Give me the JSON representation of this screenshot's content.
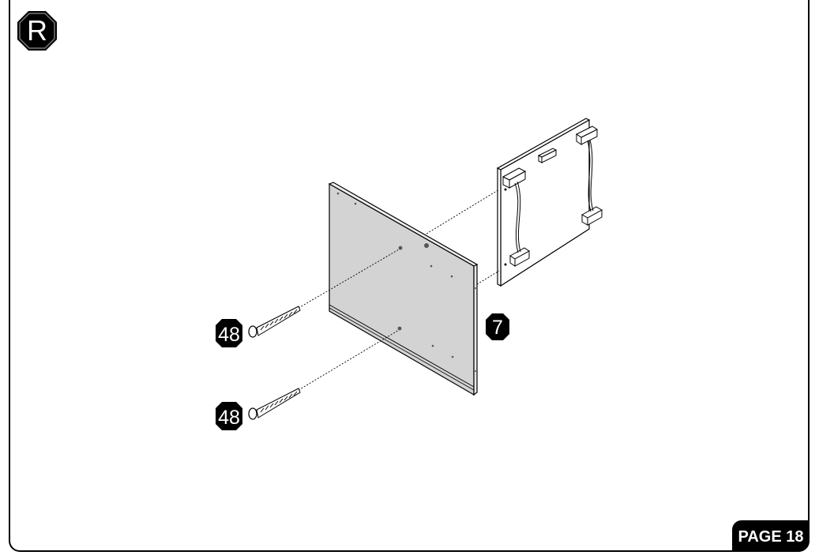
{
  "step": {
    "label": "R"
  },
  "parts": [
    {
      "id": "part-48-upper",
      "label": "48"
    },
    {
      "id": "part-48-lower",
      "label": "48"
    },
    {
      "id": "part-7",
      "label": "7"
    }
  ],
  "footer": {
    "page_label": "PAGE 18"
  }
}
